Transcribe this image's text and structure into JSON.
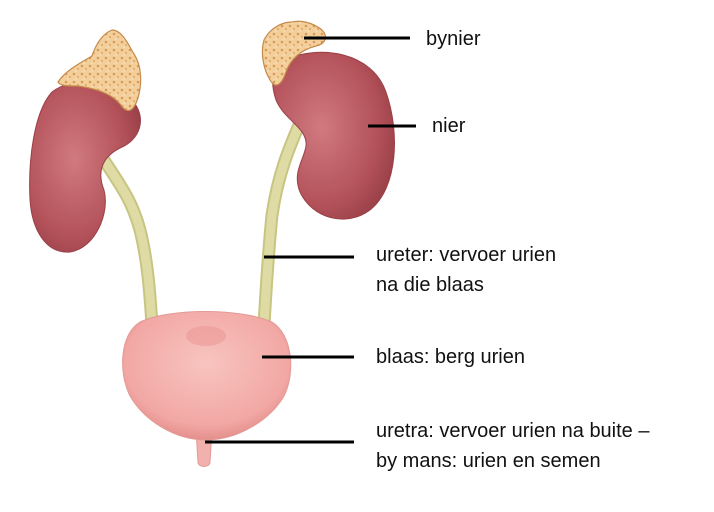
{
  "labels": {
    "adrenal": "bynier",
    "kidney": "nier",
    "ureter_line1": "ureter: vervoer urien",
    "ureter_line2": "na die blaas",
    "bladder": "blaas: berg urien",
    "urethra_line1": "uretra: vervoer urien na buite –",
    "urethra_line2": "by mans: urien en semen"
  },
  "colors": {
    "kidney": "#b4525a",
    "adrenal": "#f0c690",
    "ureter": "#d9d69a",
    "bladder": "#f2a8a5",
    "leader_line": "#000000"
  }
}
